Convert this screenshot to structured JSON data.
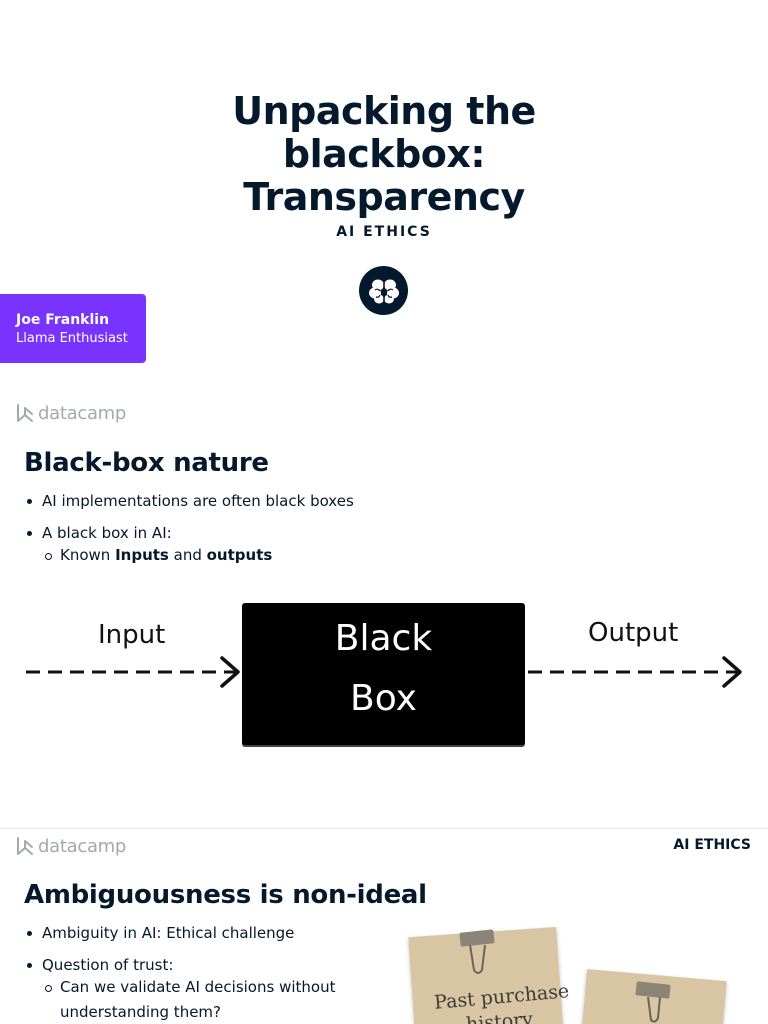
{
  "slide1": {
    "title_lines": [
      "Unpacking the",
      "blackbox:",
      "Transparency"
    ],
    "course": "AI ETHICS",
    "logo_icon": "brain-icon",
    "author": {
      "name": "Joe Franklin",
      "role": "Llama Enthusiast"
    }
  },
  "logo": {
    "word": "datacamp",
    "icon": "datacamp-logo-icon"
  },
  "slide2": {
    "heading": "Black-box nature",
    "bullets": [
      "AI implementations are often black boxes",
      "A black box in AI:"
    ],
    "sub_bullet": {
      "prefix": "Known ",
      "bold1": "Inputs",
      "middle": " and ",
      "bold2": "outputs"
    },
    "diagram": {
      "input_label": "Input",
      "output_label": "Output",
      "box_line1": "Black",
      "box_line2": "Box"
    }
  },
  "slide3": {
    "tag": "AI ETHICS",
    "heading": "Ambiguousness is non-ideal",
    "bullets": [
      "Ambiguity in AI: Ethical challenge",
      "Question of trust:"
    ],
    "sub_bullet_lines": [
      "Can we validate AI decisions without",
      "understanding them?"
    ],
    "sticky_note_text": [
      "Past purchase",
      "history"
    ]
  },
  "colors": {
    "navy": "#05192d",
    "purple": "#7933ff",
    "logo_gray": "#a4a9b0",
    "note": "#d7c5a3"
  }
}
